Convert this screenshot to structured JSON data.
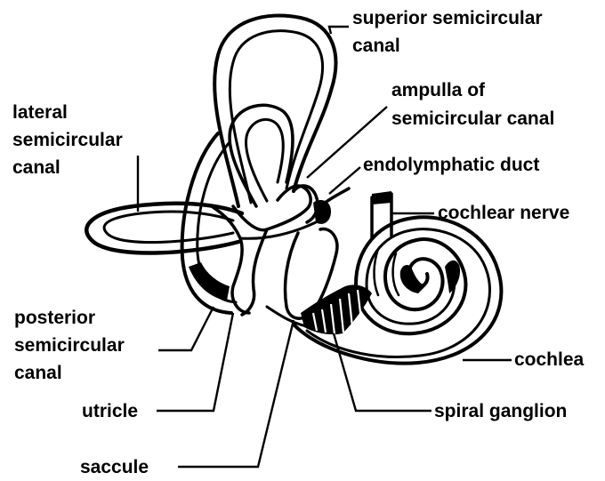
{
  "labels": {
    "superior_semicircular_canal": [
      "superior semicircular",
      "canal"
    ],
    "ampulla": [
      "ampulla of",
      "semicircular canal"
    ],
    "lateral_semicircular_canal": [
      "lateral",
      "semicircular",
      "canal"
    ],
    "endolymphatic_duct": [
      "endolymphatic duct"
    ],
    "cochlear_nerve": [
      "cochlear nerve"
    ],
    "posterior_semicircular_canal": [
      "posterior",
      "semicircular",
      "canal"
    ],
    "cochlea": [
      "cochlea"
    ],
    "utricle": [
      "utricle"
    ],
    "spiral_ganglion": [
      "spiral ganglion"
    ],
    "saccule": [
      "saccule"
    ]
  }
}
